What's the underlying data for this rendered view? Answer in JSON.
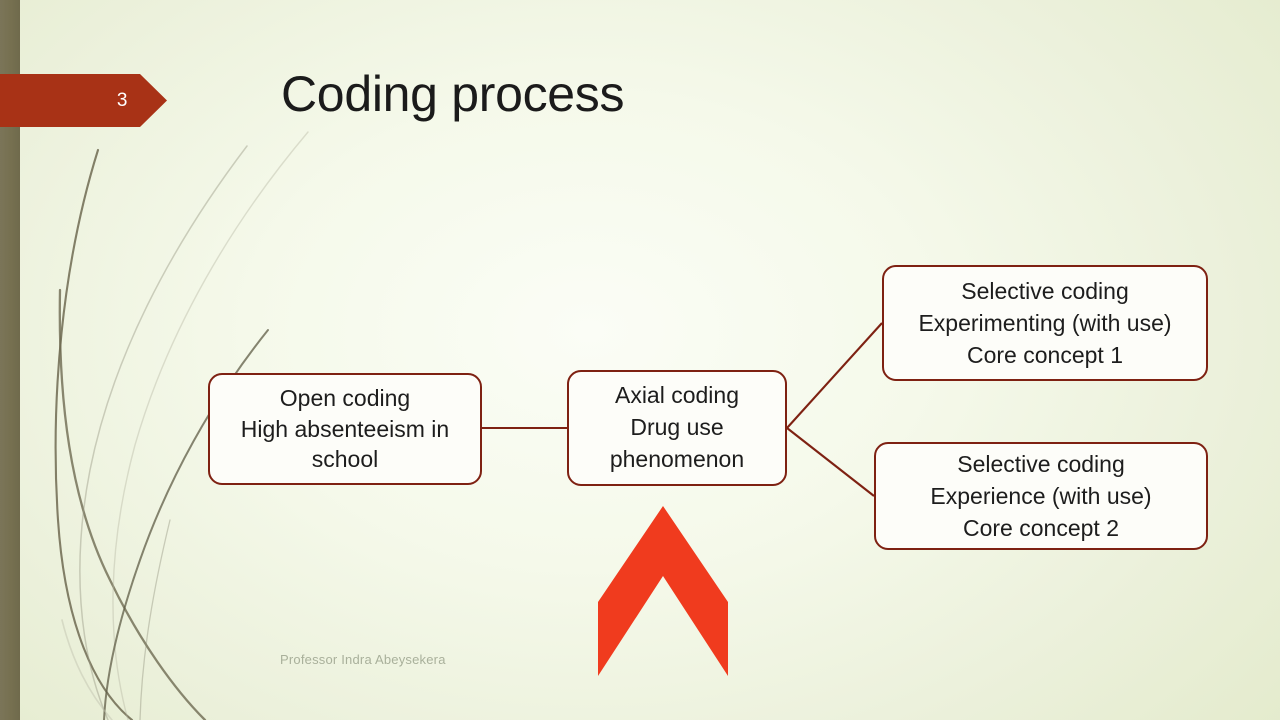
{
  "slide": {
    "number": "3",
    "title": "Coding process",
    "footer": "Professor Indra Abeysekera",
    "colors": {
      "banner": "#a83216",
      "left_bar": "#76704f",
      "box_border": "#7e2112",
      "box_fill": "#fdfdf9",
      "connector": "#7e2112",
      "chevron": "#f03b1e",
      "background": "#edf2dd",
      "title_text": "#1b1b1b",
      "footer_text": "#a9b09b"
    }
  },
  "diagram": {
    "nodes": [
      {
        "id": "open-coding",
        "lines": [
          "Open coding",
          "High absenteeism in school"
        ]
      },
      {
        "id": "axial-coding",
        "lines": [
          "Axial coding",
          "Drug use",
          "phenomenon"
        ]
      },
      {
        "id": "selective-coding-1",
        "lines": [
          "Selective coding",
          "Experimenting (with use)",
          "Core concept 1"
        ]
      },
      {
        "id": "selective-coding-2",
        "lines": [
          "Selective coding",
          "Experience (with use)",
          "Core concept 2"
        ]
      }
    ],
    "connectors": [
      {
        "from": "open-coding",
        "to": "axial-coding",
        "style": "straight-horizontal"
      },
      {
        "from": "axial-coding",
        "to": "selective-coding-1",
        "style": "diagonal-up"
      },
      {
        "from": "axial-coding",
        "to": "selective-coding-2",
        "style": "diagonal-down"
      }
    ],
    "emphasis_marker": {
      "id": "up-chevron",
      "points_to": "axial-coding"
    }
  }
}
